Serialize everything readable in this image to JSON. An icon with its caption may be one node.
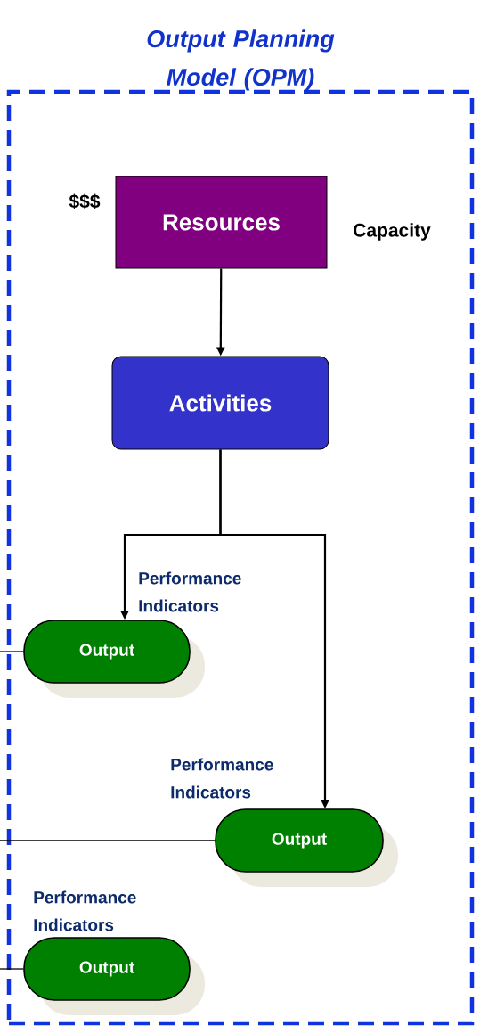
{
  "diagram": {
    "nodes": [
      {
        "text": [
          "Output Planning Model (OPM)"
        ]
      },
      {
        "text": [
          "Resources"
        ],
        "in": 0,
        "beside": [
          "$$$",
          "Capacity"
        ]
      },
      {
        "text": [
          "Activities"
        ],
        "in": 0
      },
      {
        "text": [
          "Output"
        ],
        "in": 0,
        "beside": [
          "Performance Indicators"
        ]
      },
      {
        "text": [
          "Output"
        ],
        "in": 0,
        "beside": [
          "Performance Indicators"
        ]
      },
      {
        "text": [
          "Output"
        ],
        "in": 0,
        "beside": [
          "Performance Indicators"
        ]
      }
    ],
    "edges": [
      {
        "from": 1,
        "to": 2,
        "arrow": "to"
      },
      {
        "from": 2,
        "to": 3,
        "arrow": "to"
      },
      {
        "from": 2,
        "to": 4,
        "arrow": "to"
      },
      {
        "from": null,
        "to": 3,
        "arrow": "none"
      },
      {
        "from": null,
        "to": 4,
        "arrow": "none"
      },
      {
        "from": null,
        "to": 5,
        "arrow": "none"
      }
    ]
  }
}
